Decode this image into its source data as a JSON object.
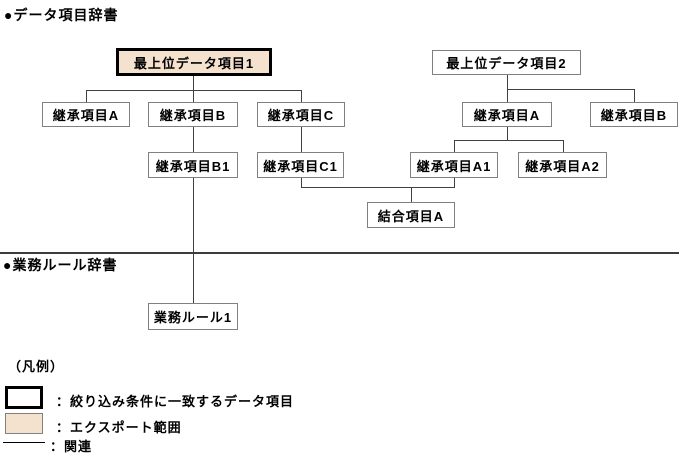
{
  "colors": {
    "highlight_border": "#000000",
    "export_fill": "#f5e2ce",
    "box_border": "#808080",
    "line": "#404040"
  },
  "headings": {
    "data_dictionary": "●データ項目辞書",
    "business_rule_dictionary": "●業務ルール辞書",
    "legend_title": "（凡例）"
  },
  "nodes": {
    "top_data_item_1": "最上位データ項目1",
    "top_data_item_2": "最上位データ項目2",
    "inherit_a": "継承項目A",
    "inherit_b": "継承項目B",
    "inherit_c": "継承項目C",
    "inherit_b1": "継承項目B1",
    "inherit_c1": "継承項目C1",
    "inherit_a_right": "継承項目A",
    "inherit_b_right": "継承項目B",
    "inherit_a1": "継承項目A1",
    "inherit_a2": "継承項目A2",
    "join_item_a": "結合項目A",
    "business_rule_1": "業務ルール1"
  },
  "legend": {
    "filter_match": "：絞り込み条件に一致するデータ項目",
    "export_range": "：エクスポート範囲",
    "relation": "：関連"
  }
}
